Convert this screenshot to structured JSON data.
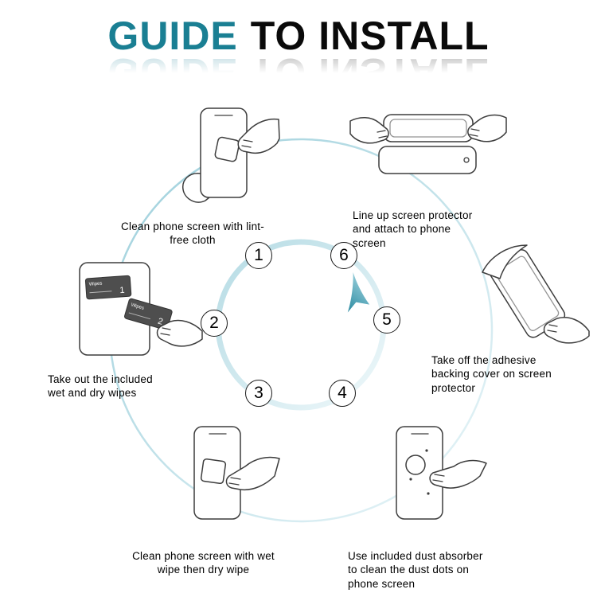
{
  "title": {
    "highlight": "GUIDE",
    "rest": "TO INSTALL"
  },
  "colors": {
    "accent_teal": "#1a7f93",
    "ring_teal": "#9ccfdb",
    "arrow_teal": "#2a8aa0",
    "line_art": "#3d3d3d"
  },
  "steps": [
    {
      "number": "1",
      "caption": "Clean phone screen with lint-free cloth"
    },
    {
      "number": "2",
      "caption": "Take out the included wet and dry wipes"
    },
    {
      "number": "3",
      "caption": "Clean phone screen with wet wipe then dry wipe"
    },
    {
      "number": "4",
      "caption": "Use included dust absorber to clean the dust dots on phone screen"
    },
    {
      "number": "5",
      "caption": "Take off the adhesive backing cover on screen protector"
    },
    {
      "number": "6",
      "caption": "Line up screen protector and attach to phone screen"
    }
  ],
  "wipes": {
    "label1": "Wipes",
    "label2": "Wipes",
    "num1": "1",
    "num2": "2"
  }
}
